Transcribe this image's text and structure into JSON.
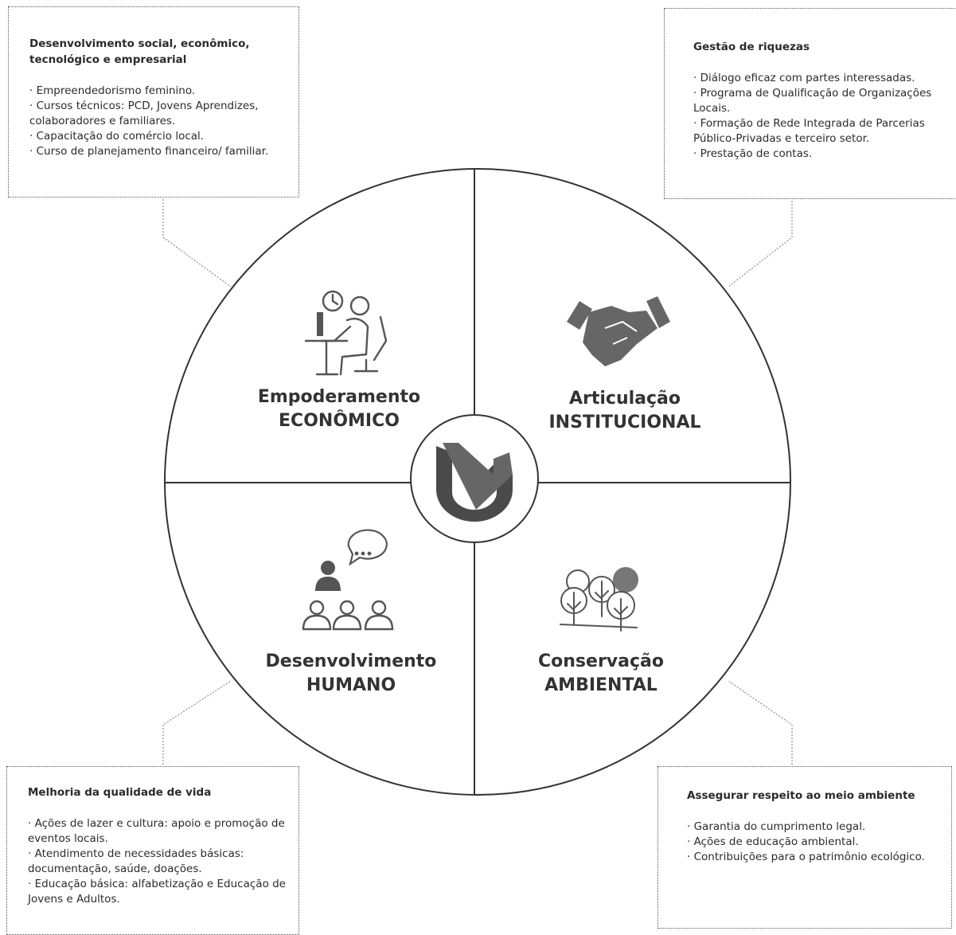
{
  "quadrants": [
    {
      "line1": "Empoderamento",
      "line2": "ECONÔMICO"
    },
    {
      "line1": "Articulação",
      "line2": "INSTITUCIONAL"
    },
    {
      "line1": "Desenvolvimento",
      "line2": "HUMANO"
    },
    {
      "line1": "Conservação",
      "line2": "AMBIENTAL"
    }
  ],
  "boxes": {
    "top_left": {
      "title": "Desenvolvimento social, econômico, tecnológico e empresarial",
      "items": [
        "Empreendedorismo feminino.",
        "Cursos técnicos: PCD, Jovens Aprendizes, colaboradores e familiares.",
        "Capacitação do comércio local.",
        "Curso de planejamento financeiro/ familiar."
      ]
    },
    "top_right": {
      "title": "Gestão de riquezas",
      "items": [
        "Diálogo eficaz com partes interessadas.",
        "Programa de Qualificação de Organizações Locais.",
        "Formação de Rede Integrada de Parcerias Público-Privadas e terceiro setor.",
        "Prestação de contas."
      ]
    },
    "bottom_left": {
      "title": "Melhoria da qualidade de vida",
      "items": [
        "Ações de lazer e cultura: apoio e promoção de eventos locais.",
        "Atendimento de necessidades básicas: documentação, saúde, doações.",
        "Educação básica: alfabetização e Educação de Jovens e Adultos."
      ]
    },
    "bottom_right": {
      "title": "Assegurar respeito ao meio ambiente",
      "items": [
        "Garantia do cumprimento legal.",
        "Ações de educação ambiental.",
        "Contribuições para o patrimônio ecológico."
      ]
    }
  },
  "colors": {
    "line": "#333333",
    "icon": "#555555",
    "logo": "#4a4a4a"
  },
  "icons": [
    "office-worker-icon",
    "handshake-icon",
    "audience-speaker-icon",
    "trees-icon",
    "brand-logo"
  ]
}
